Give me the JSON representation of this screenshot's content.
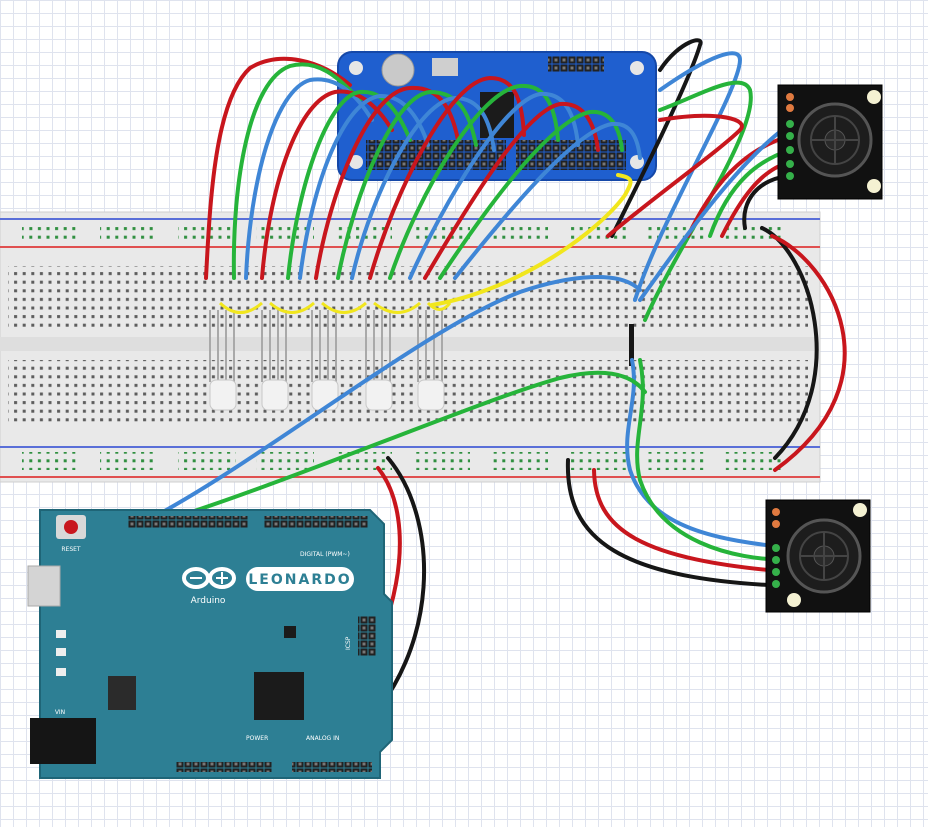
{
  "arduino": {
    "logo_text": "LEONARDO",
    "brand_text": "Arduino",
    "reset_label": "RESET",
    "digital_label": "DIGITAL (PWM~)",
    "power_label": "POWER",
    "analog_label": "ANALOG IN",
    "icsp_label": "ICSP",
    "vin_label": "VIN"
  },
  "colors": {
    "arduino_board": "#2d7f94",
    "servo_driver_board": "#1f5fcf",
    "sensor_board": "#111111",
    "wire_red": "#c8161d",
    "wire_green": "#26b43a",
    "wire_blue": "#3f86d6",
    "wire_black": "#161616",
    "wire_yellow": "#f1e61d",
    "breadboard": "#e8e8e8",
    "rail_red": "#e05050",
    "rail_blue": "#5a6fd8"
  },
  "icons": [
    "reset-button-icon",
    "usb-port-icon",
    "power-jack-icon",
    "arduino-infinity-logo-icon",
    "ultrasonic-sensor-icon"
  ]
}
